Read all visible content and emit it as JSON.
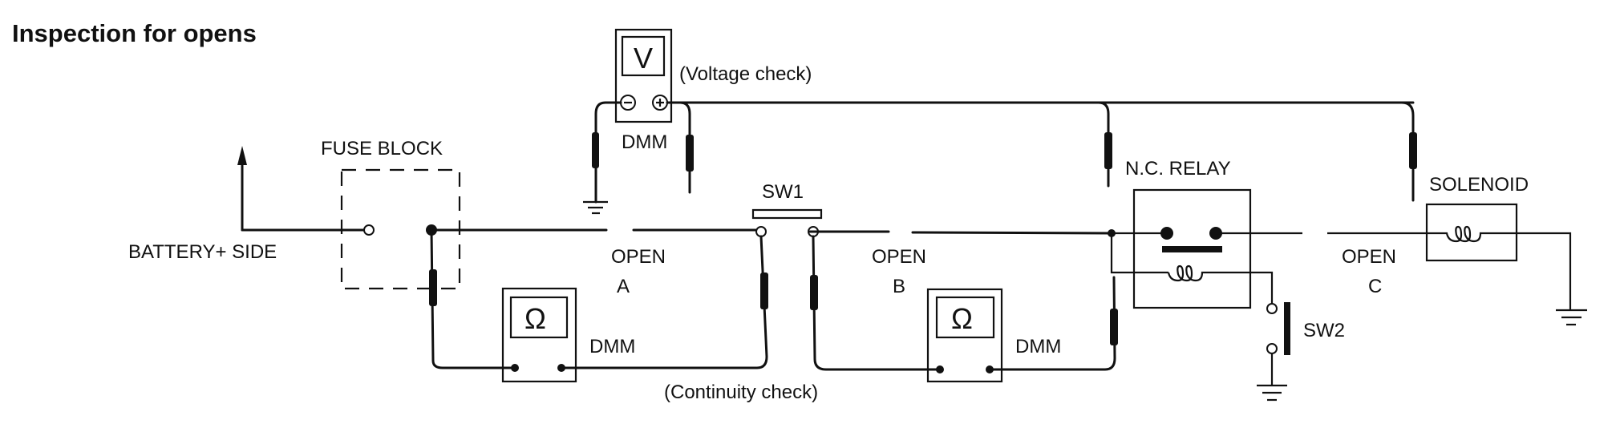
{
  "title": "Inspection for opens",
  "labels": {
    "fuse_block": "FUSE BLOCK",
    "battery_side": "BATTERY+ SIDE",
    "voltage_check": "(Voltage check)",
    "continuity_check": "(Continuity check)",
    "sw1": "SW1",
    "sw2": "SW2",
    "nc_relay": "N.C. RELAY",
    "solenoid": "SOLENOID",
    "open_a": "OPEN",
    "open_a_letter": "A",
    "open_b": "OPEN",
    "open_b_letter": "B",
    "open_c": "OPEN",
    "open_c_letter": "C"
  },
  "meters": {
    "voltmeter": {
      "symbol": "V",
      "label": "DMM",
      "neg": "−",
      "pos": "+"
    },
    "ohmmeter_a": {
      "symbol": "Ω",
      "label": "DMM"
    },
    "ohmmeter_b": {
      "symbol": "Ω",
      "label": "DMM"
    }
  }
}
